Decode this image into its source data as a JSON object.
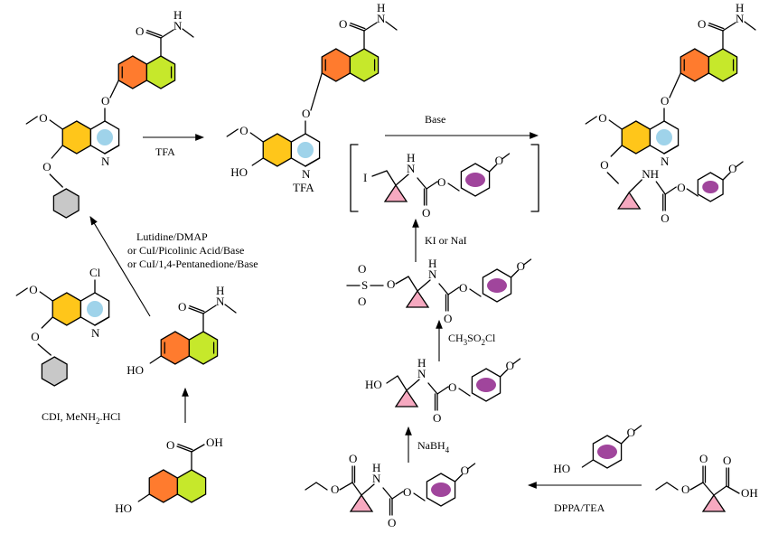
{
  "colors": {
    "naphthalene_orange": "#ff7b2e",
    "naphthalene_green": "#c6e82b",
    "quinoline_yellow": "#ffc61a",
    "aromatic_blue_dot": "#9fd3ea",
    "benzyl_grey": "#c8c8c8",
    "anisyl_purple": "#a0459c",
    "cyclopropane_pink": "#f6a9c0"
  },
  "reagents": {
    "tfa_step": "TFA",
    "tfa_salt": "TFA",
    "base_step": "Base",
    "coupling_line1": "Lutidine/DMAP",
    "coupling_line2": "or CuI/Picolinic Acid/Base",
    "coupling_line3": "or CuI/1,4-Pentanedione/Base",
    "ki_step": "KI or NaI",
    "mesyl_pre": "CH",
    "mesyl_sub1": "3",
    "mesyl_mid": "SO",
    "mesyl_sub2": "2",
    "mesyl_post": "Cl",
    "nabh4_pre": "NaBH",
    "nabh4_sub": "4",
    "amide_pre": "CDI, MeNH",
    "amide_sub": "2",
    "amide_post": ".HCl",
    "dppa_step": "DPPA/TEA"
  },
  "atoms": {
    "N": "N",
    "O": "O",
    "H": "H",
    "Cl": "Cl",
    "I": "I",
    "S": "S",
    "HO": "HO",
    "OH": "OH",
    "NH": "NH",
    "TFA": "TFA"
  }
}
